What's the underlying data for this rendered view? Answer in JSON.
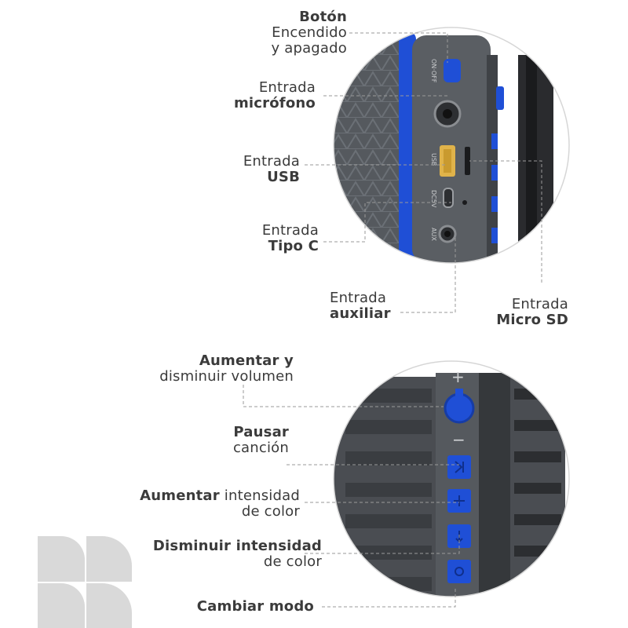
{
  "colors": {
    "accent_blue": "#1f4fd6",
    "body_dark": "#4a4d52",
    "text": "#3b3b3b",
    "logo_gray": "#d9d9d9"
  },
  "top_section": {
    "labels": [
      {
        "id": "power",
        "bold": "Botón",
        "light": "Encendido",
        "light2": "y apagado"
      },
      {
        "id": "mic",
        "light": "Entrada",
        "bold": "micrófono"
      },
      {
        "id": "usb",
        "light": "Entrada",
        "bold": "USB"
      },
      {
        "id": "typec",
        "light": "Entrada",
        "bold": "Tipo C"
      },
      {
        "id": "aux",
        "light": "Entrada",
        "bold": "auxiliar"
      },
      {
        "id": "microsd",
        "light": "Entrada",
        "bold": "Micro SD"
      }
    ],
    "device_text": {
      "on_off": "ON·OFF",
      "usb": "USB",
      "dc5v": "DC5V",
      "aux": "AUX"
    }
  },
  "bottom_section": {
    "labels": [
      {
        "id": "volume",
        "bold": "Aumentar y",
        "light": "disminuir volumen"
      },
      {
        "id": "pause",
        "bold": "Pausar",
        "light": "canción"
      },
      {
        "id": "increase",
        "bold": "Aumentar",
        "light_inline": "intensidad",
        "light": "de color"
      },
      {
        "id": "decrease",
        "bold": "Disminuir intensidad",
        "light": "de color"
      },
      {
        "id": "mode",
        "bold": "Cambiar modo"
      }
    ],
    "device_text": {
      "plus": "+",
      "minus": "−"
    }
  }
}
